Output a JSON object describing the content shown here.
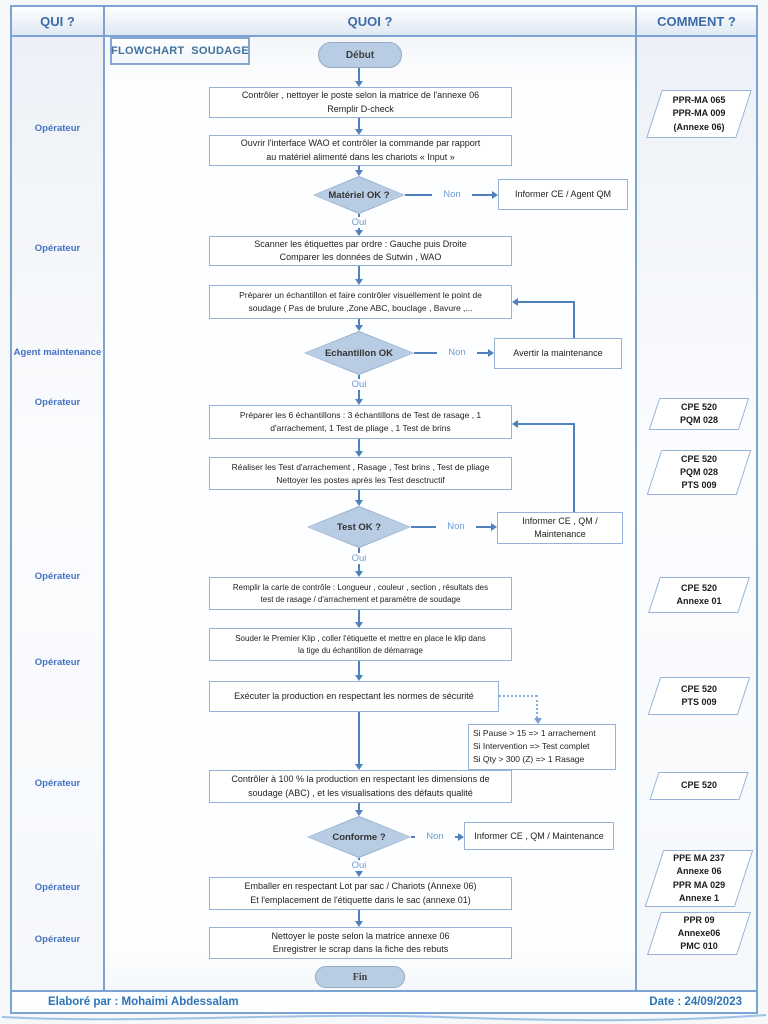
{
  "header": {
    "columns": [
      "QUI ?",
      "QUOI ?",
      "COMMENT ?"
    ]
  },
  "title": "FLOWCHART  SOUDAGE",
  "terminals": {
    "start": "Début",
    "end": "Fin"
  },
  "decision_labels": {
    "yes": "Oui",
    "no": "Non"
  },
  "flow": {
    "boxes": [
      "Contrôler , nettoyer le poste selon la matrice de l'annexe 06\nRemplir D-check",
      "Ouvrir l'interface WAO et contrôler la commande par rapport\nau matériel alimenté dans les chariots « Input »",
      "Scanner les étiquettes par ordre : Gauche puis Droite\nComparer les données de Sutwin , WAO",
      "Préparer un échantillon et faire contrôler visuellement le point de\nsoudage ( Pas de brulure ,Zone ABC, bouclage , Bavure ,...",
      "Préparer les 6 échantillons : 3 échantillons de Test de rasage , 1\nd'arrachement, 1 Test de pliage , 1 Test de brins",
      "Réaliser les Test d'arrachement , Rasage , Test brins , Test de pliage\nNettoyer les postes après les Test desctructif",
      "Remplir la carte de contrôle : Longueur , couleur , section , résultats des\ntest de rasage / d'arrachement et paramètre de soudage",
      "Souder le Premier Klip , coller l'étiquette et mettre en place le klip dans\nla tige du échantillon de démarrage",
      "Exécuter la production en respectant les normes de sécurité",
      "Contrôler à 100 % la production en respectant les dimensions de\nsoudage (ABC) , et les visualisations des défauts qualité",
      "Emballer en respectant Lot par sac / Chariots (Annexe 06)\nEt l'emplacement de l'étiquette dans le sac (annexe 01)",
      "Nettoyer le poste selon la matrice annexe 06\nEnregistrer le scrap dans la fiche des rebuts"
    ],
    "decisions": [
      "Matériel OK ?",
      "Echantillon OK",
      "Test OK ?",
      "Conforme ?"
    ],
    "side_boxes": [
      "Informer CE / Agent QM",
      "Avertir la maintenance",
      "Informer CE , QM /\nMaintenance",
      "Informer CE , QM / Maintenance"
    ],
    "note": "Si Pause > 15 => 1 arrachement\nSi Intervention => Test complet\nSi Qty > 300 (Z) => 1 Rasage"
  },
  "roles": [
    "Opérateur",
    "Opérateur",
    "Agent maintenance",
    "Opérateur",
    "Opérateur",
    "Opérateur",
    "Opérateur",
    "Opérateur",
    "Opérateur"
  ],
  "comments": [
    "PPR-MA 065\nPPR-MA 009\n(Annexe 06)",
    "CPE 520\nPQM 028",
    "CPE 520\nPQM 028\nPTS 009",
    "CPE 520\nAnnexe 01",
    "CPE 520\nPTS 009",
    "CPE 520",
    "PPE MA 237\nAnnexe 06\nPPR MA 029\nAnnexe 1",
    "PPR 09\nAnnexe06\nPMC 010"
  ],
  "footer": {
    "author": "Elaboré par : Mohaimi Abdessalam",
    "date": "Date : 24/09/2023"
  },
  "colors": {
    "accent_blue": "#4f81bd",
    "shape_fill": "#b8cce4",
    "shape_border": "#95b3d7",
    "frame_border": "#7ca3d3",
    "header_text": "#3c6ca8",
    "role_text": "#4472c4",
    "footer_text": "#2e75b6"
  }
}
